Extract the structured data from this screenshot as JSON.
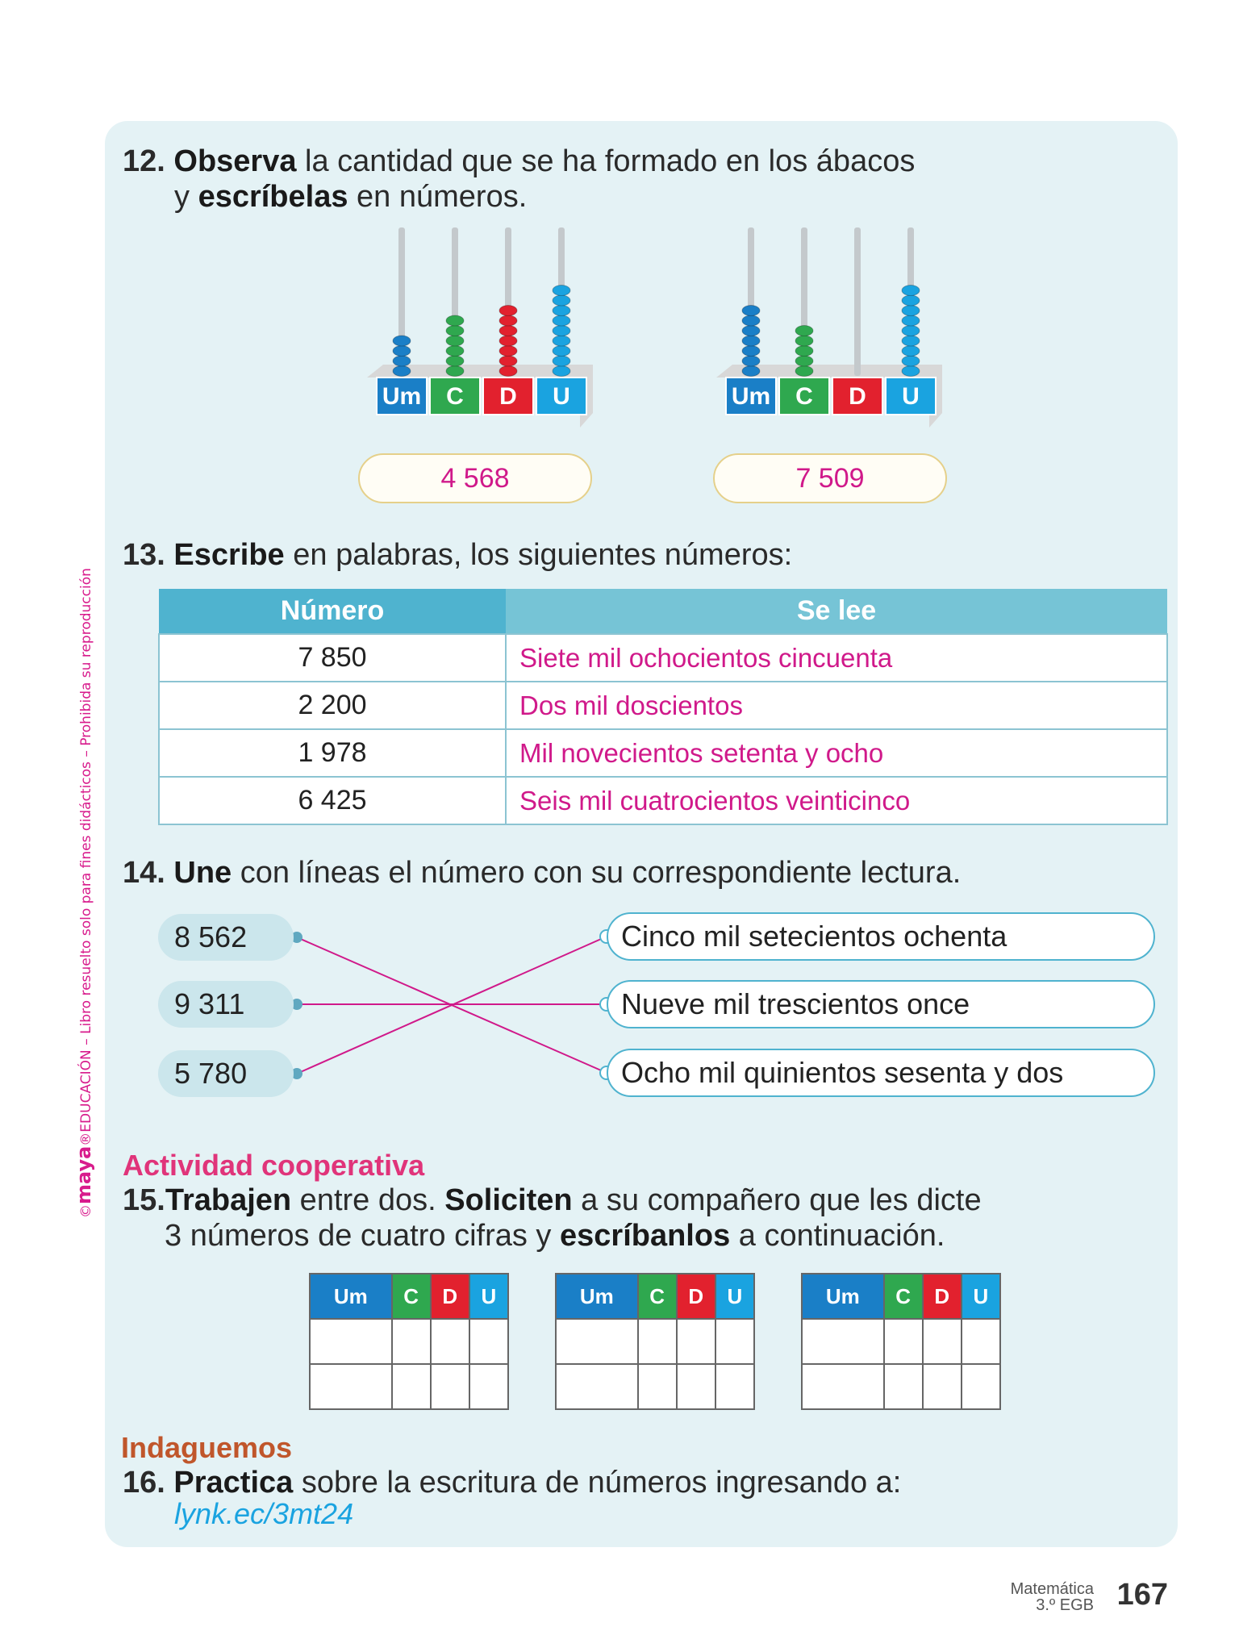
{
  "sidebar": {
    "copyright": "©",
    "brand": "maya",
    "text": "®EDUCACIÓN – Libro resuelto solo para fines didácticos – Prohibida su reproducción"
  },
  "q12": {
    "number": "12.",
    "bold1": "Observa",
    "rest1": " la cantidad que se ha formado en los ábacos",
    "pre2": "y ",
    "bold2": "escríbelas",
    "rest2": " en números.",
    "abaci": [
      {
        "labels": [
          "Um",
          "C",
          "D",
          "U"
        ],
        "beads": [
          4,
          6,
          7,
          9
        ],
        "answer": "4 568"
      },
      {
        "labels": [
          "Um",
          "C",
          "D",
          "U"
        ],
        "beads": [
          7,
          5,
          0,
          9
        ],
        "answer": "7 509"
      }
    ]
  },
  "q13": {
    "number": "13.",
    "bold": "Escribe",
    "rest": " en palabras, los siguientes números:",
    "headers": [
      "Número",
      "Se lee"
    ],
    "rows": [
      {
        "number": "7 850",
        "reading": "Siete mil ochocientos cincuenta"
      },
      {
        "number": "2 200",
        "reading": "Dos mil doscientos"
      },
      {
        "number": "1 978",
        "reading": "Mil novecientos setenta y ocho"
      },
      {
        "number": "6 425",
        "reading": "Seis mil cuatrocientos veinticinco"
      }
    ]
  },
  "q14": {
    "number": "14.",
    "bold": "Une",
    "rest": " con líneas el número con su correspondiente lectura.",
    "numbers": [
      "8 562",
      "9 311",
      "5 780"
    ],
    "readings": [
      "Cinco mil setecientos ochenta",
      "Nueve mil trescientos once",
      "Ocho mil quinientos sesenta y dos"
    ],
    "matches": [
      2,
      1,
      0
    ]
  },
  "cooperative": {
    "title": "Actividad cooperativa",
    "number": "15.",
    "bold1": "Trabajen",
    "mid1": " entre dos. ",
    "bold2": "Soliciten",
    "rest1": " a su compañero que les dicte",
    "pre2": "3 números de cuatro cifras y ",
    "bold3": "escríbanlos",
    "rest2": " a continuación.",
    "headers": [
      "Um",
      "C",
      "D",
      "U"
    ]
  },
  "indaguemos": {
    "title": "Indaguemos",
    "number": "16.",
    "bold": "Practica",
    "rest": " sobre la escritura de números ingresando a:",
    "link": "lynk.ec/3mt24"
  },
  "footer": {
    "subject": "Matemática",
    "grade": "3.º EGB",
    "page": "167"
  },
  "colors": {
    "um": "#1a7fc7",
    "c": "#2fa84f",
    "d": "#e2212e",
    "u": "#1aa3e0",
    "answer": "#d0198a",
    "cooperative": "#e0347a",
    "indaguemos": "#c0562b"
  }
}
